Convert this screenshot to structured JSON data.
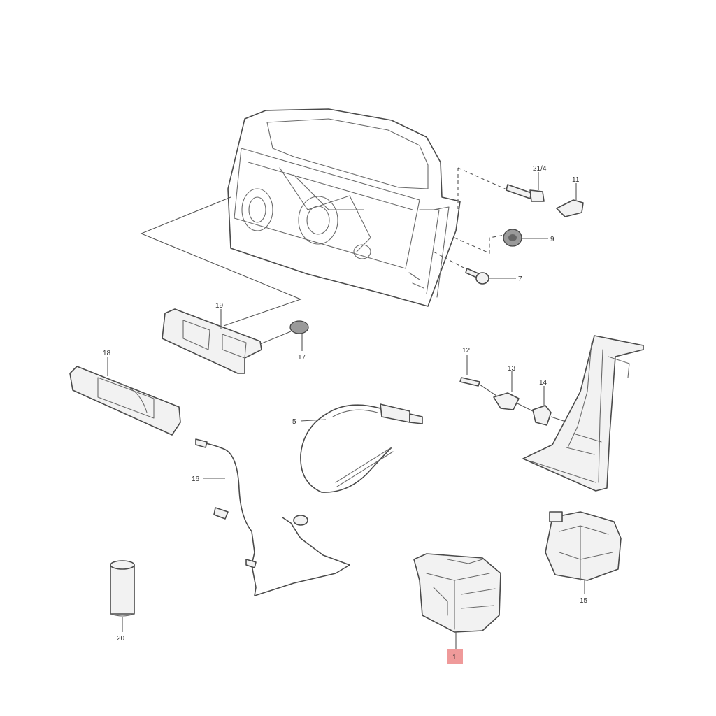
{
  "callouts": {
    "c21a": "21/4",
    "c11": "11",
    "c9": "9",
    "c7": "7",
    "c19": "19",
    "c17": "17",
    "c18": "18",
    "c12": "12",
    "c13": "13",
    "c14": "14",
    "c5": "5",
    "c16": "16",
    "c15": "15",
    "c20": "20",
    "c1": "1"
  },
  "highlight_color": "#ef9a9a"
}
